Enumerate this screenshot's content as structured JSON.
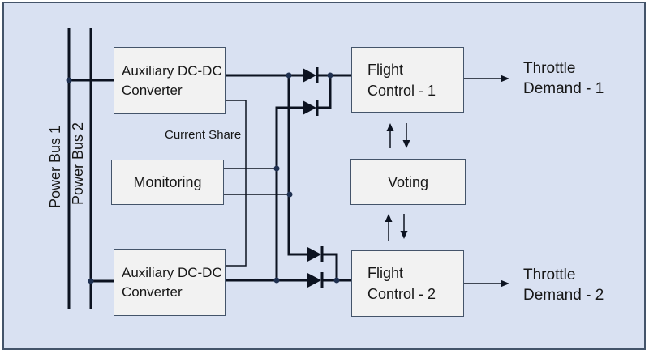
{
  "diagram": {
    "type": "block-diagram",
    "power_buses": {
      "bus1": {
        "label": "Power Bus 1"
      },
      "bus2": {
        "label": "Power Bus 2"
      }
    },
    "blocks": {
      "aux_top": {
        "label": "Auxiliary DC-DC Converter",
        "line1": "Auxiliary DC-DC",
        "line2": "Converter"
      },
      "monitoring": {
        "label": "Monitoring"
      },
      "aux_bottom": {
        "label": "Auxiliary DC-DC Converter",
        "line1": "Auxiliary DC-DC",
        "line2": "Converter"
      },
      "flight_control_1": {
        "label": "Flight Control - 1",
        "line1": "Flight",
        "line2": "Control - 1"
      },
      "voting": {
        "label": "Voting"
      },
      "flight_control_2": {
        "label": "Flight Control - 2",
        "line1": "Flight",
        "line2": "Control - 2"
      }
    },
    "labels": {
      "current_share": "Current Share",
      "throttle_demand_1": {
        "line1": "Throttle",
        "line2": "Demand - 1"
      },
      "throttle_demand_2": {
        "line1": "Throttle",
        "line2": "Demand - 2"
      }
    },
    "connections": [
      {
        "from": "power-bus-1",
        "to": "aux-dcdc-top",
        "type": "power"
      },
      {
        "from": "power-bus-2",
        "to": "aux-dcdc-bottom",
        "type": "power"
      },
      {
        "from": "aux-dcdc-top",
        "to": "flight-control-1",
        "type": "power-via-diode"
      },
      {
        "from": "aux-dcdc-top",
        "to": "flight-control-2",
        "type": "power-via-diode"
      },
      {
        "from": "aux-dcdc-bottom",
        "to": "flight-control-1",
        "type": "power-via-diode"
      },
      {
        "from": "aux-dcdc-bottom",
        "to": "flight-control-2",
        "type": "power-via-diode"
      },
      {
        "from": "aux-dcdc-top",
        "to": "aux-dcdc-bottom",
        "type": "current-share"
      },
      {
        "from": "monitoring",
        "to": "converter-output-rails",
        "type": "sense"
      },
      {
        "from": "flight-control-1",
        "to": "voting",
        "type": "bidirectional"
      },
      {
        "from": "flight-control-2",
        "to": "voting",
        "type": "bidirectional"
      },
      {
        "from": "flight-control-1",
        "to": "throttle-demand-1",
        "type": "output"
      },
      {
        "from": "flight-control-2",
        "to": "throttle-demand-2",
        "type": "output"
      }
    ],
    "colors": {
      "bg": "#d9e1f2",
      "box_fill": "#f2f2f2",
      "box_border": "#44546a",
      "outer_border": "#44546a",
      "wire": "#0c1220",
      "dot": "#1f3050",
      "text": "#171717"
    }
  }
}
